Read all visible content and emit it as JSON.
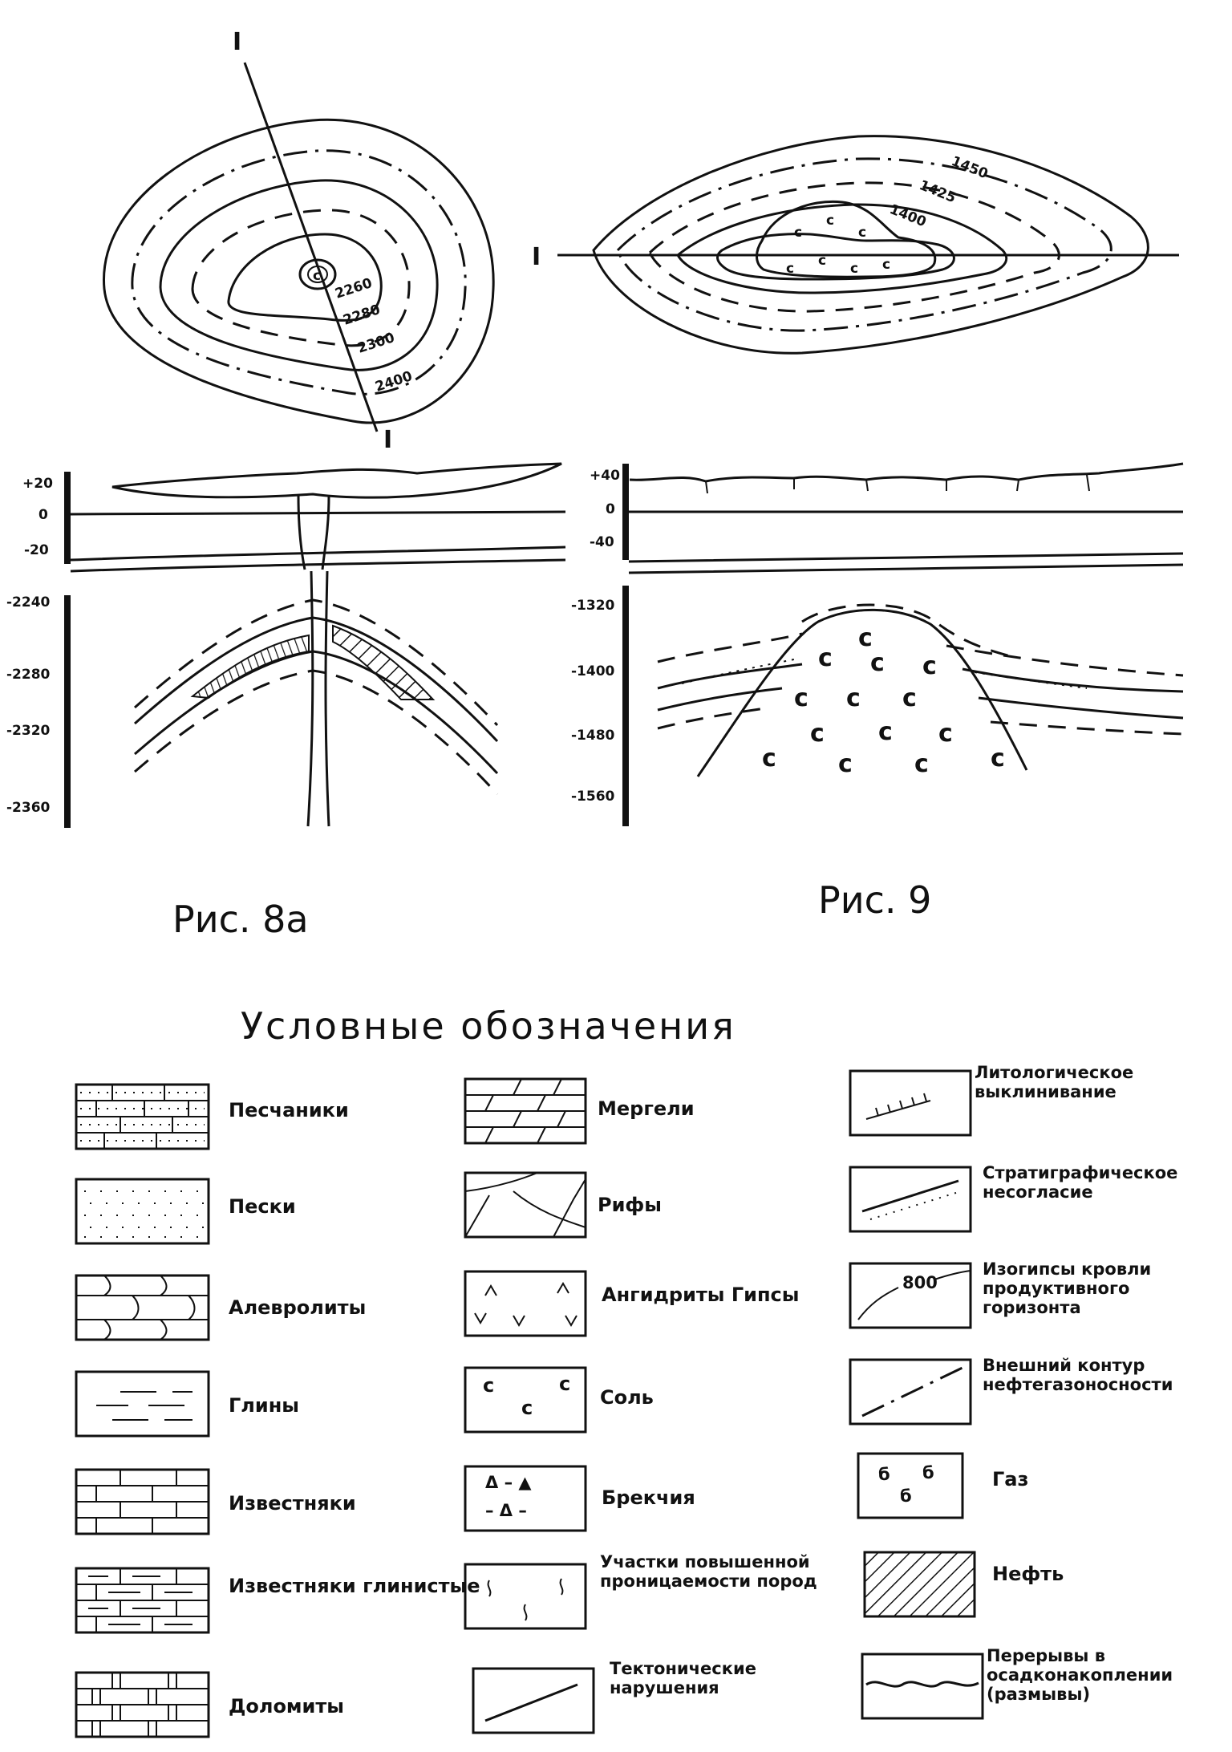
{
  "fig8": {
    "section_mark_top": "I",
    "section_mark_bottom": "I",
    "contours": [
      "2260",
      "2280",
      "2300",
      "2400"
    ],
    "salt_symbol": "c",
    "axis_upper": [
      "+20",
      "0",
      "-20"
    ],
    "axis_lower": [
      "-2240",
      "-2280",
      "-2320",
      "-2360"
    ],
    "caption": "Рис. 8а"
  },
  "fig9": {
    "section_mark": "I",
    "contours": [
      "1450",
      "1425",
      "1400"
    ],
    "salt_symbol": "c",
    "axis_upper": [
      "+40",
      "0",
      "-40"
    ],
    "axis_lower": [
      "-1320",
      "-1400",
      "-1480",
      "-1560"
    ],
    "caption": "Рис. 9"
  },
  "legend": {
    "title": "Условные обозначения",
    "col1": [
      {
        "label": "Песчаники"
      },
      {
        "label": "Пески"
      },
      {
        "label": "Алевролиты"
      },
      {
        "label": "Глины"
      },
      {
        "label": "Известняки"
      },
      {
        "label": "Известняки глинистые"
      },
      {
        "label": "Доломиты"
      }
    ],
    "col2": [
      {
        "label": "Мергели"
      },
      {
        "label": "Рифы"
      },
      {
        "label": "Ангидриты Гипсы"
      },
      {
        "label": "Соль"
      },
      {
        "label": "Брекчия"
      },
      {
        "label": "Участки повышенной проницаемости пород"
      },
      {
        "label": "Тектонические нарушения"
      }
    ],
    "col3": [
      {
        "label": "Литологическое выклинивание"
      },
      {
        "label": "Стратиграфическое несогласие"
      },
      {
        "label": "Изогипсы кровли продуктивного горизонта",
        "sample_value": "800"
      },
      {
        "label": "Внешний контур нефтегазоносности"
      },
      {
        "label": "Газ"
      },
      {
        "label": "Нефть"
      },
      {
        "label": "Перерывы в осадконакоплении (размывы)"
      }
    ]
  }
}
